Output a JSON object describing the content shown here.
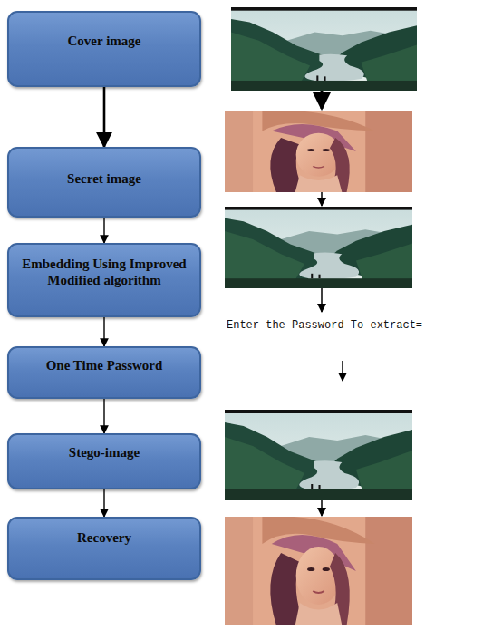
{
  "diagram": {
    "nodes": [
      {
        "text": [
          "Cover image"
        ]
      },
      {
        "text": [
          "Secret image"
        ]
      },
      {
        "text": [
          "Embedding Using Improved Modified algorithm"
        ]
      },
      {
        "text": [
          "One Time Password"
        ]
      },
      {
        "text": [
          "Stego-image"
        ]
      },
      {
        "text": [
          "Recovery"
        ]
      }
    ],
    "edges": [
      {
        "from": 0,
        "to": 1,
        "arrow": "to"
      },
      {
        "from": 1,
        "to": 2,
        "arrow": "to"
      },
      {
        "from": 2,
        "to": 3,
        "arrow": "to"
      },
      {
        "from": 3,
        "to": 4,
        "arrow": "to"
      },
      {
        "from": 4,
        "to": 5,
        "arrow": "to"
      }
    ],
    "labels": [
      "Enter the Password To extract="
    ]
  }
}
